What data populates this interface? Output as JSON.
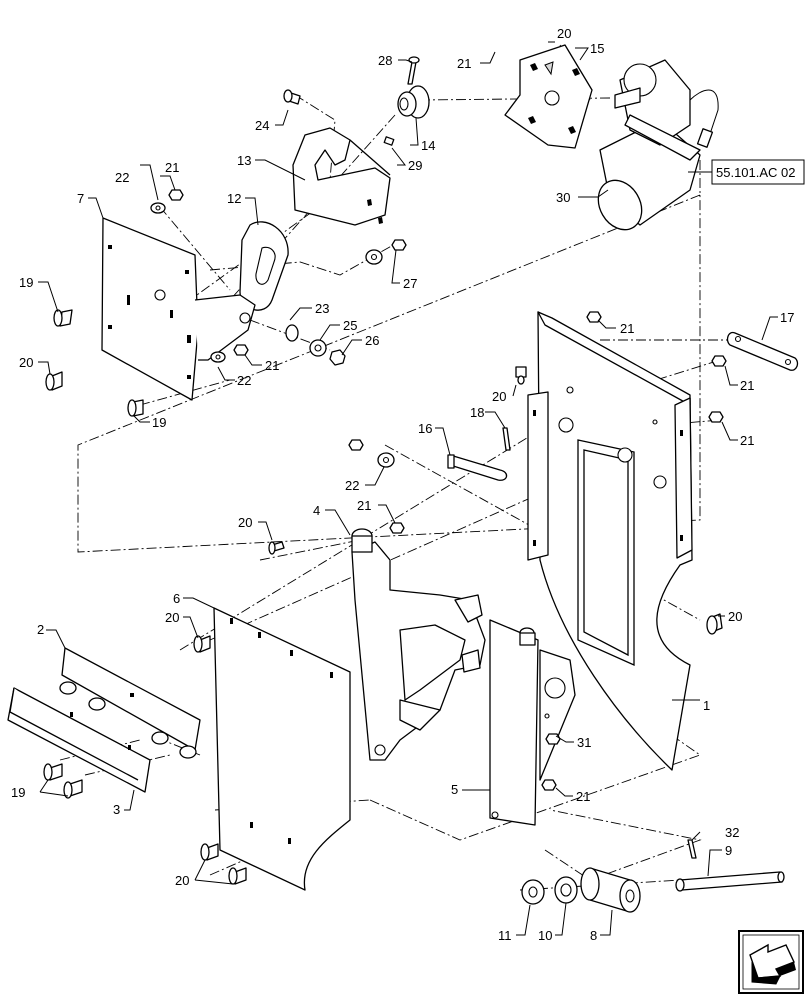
{
  "diagram": {
    "callouts": {
      "c1": "1",
      "c2": "2",
      "c3": "3",
      "c4": "4",
      "c5": "5",
      "c6": "6",
      "c7": "7",
      "c8": "8",
      "c9": "9",
      "c10": "10",
      "c11": "11",
      "c12": "12",
      "c13": "13",
      "c14": "14",
      "c15": "15",
      "c16": "16",
      "c17": "17",
      "c18": "18",
      "c19a": "19",
      "c19b": "19",
      "c19c": "19",
      "c20a": "20",
      "c20b": "20",
      "c20c": "20",
      "c20d": "20",
      "c20e": "20",
      "c20f": "20",
      "c20g": "20",
      "c21a": "21",
      "c21b": "21",
      "c21c": "21",
      "c21d": "21",
      "c21e": "21",
      "c21f": "21",
      "c21g": "21",
      "c21h": "21",
      "c22a": "22",
      "c22b": "22",
      "c22c": "22",
      "c23": "23",
      "c24": "24",
      "c25": "25",
      "c26": "26",
      "c27": "27",
      "c28": "28",
      "c29": "29",
      "c30": "30",
      "c31": "31",
      "c32": "32"
    },
    "reference_box": "55.101.AC 02",
    "nav_icon": "next-page-arrow-icon"
  }
}
